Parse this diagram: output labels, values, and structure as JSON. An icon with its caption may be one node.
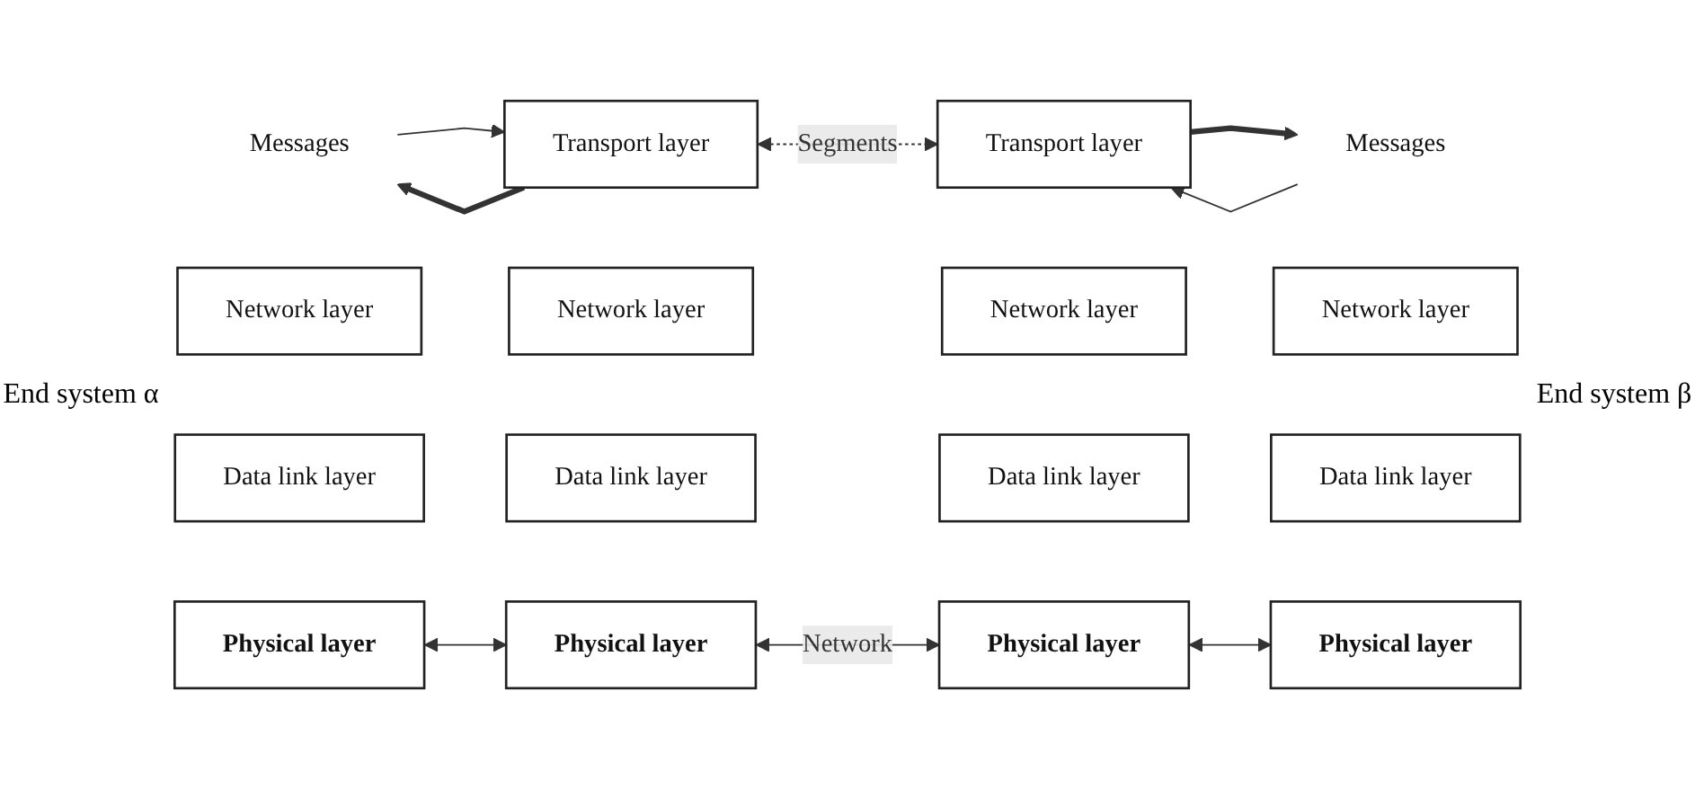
{
  "diagram": {
    "nodes": [
      {
        "text": [
          "Messages"
        ]
      },
      {
        "text": [
          "Transport layer"
        ]
      },
      {
        "text": [
          "Network layer"
        ]
      },
      {
        "text": [
          "Data link layer"
        ]
      },
      {
        "text": [
          "Physical layer"
        ]
      },
      {
        "text": [
          "Network layer"
        ]
      },
      {
        "text": [
          "Data link layer"
        ]
      },
      {
        "text": [
          "Physical layer"
        ]
      },
      {
        "text": [
          "Network layer"
        ]
      },
      {
        "text": [
          "Data link layer"
        ]
      },
      {
        "text": [
          "Physical layer"
        ]
      },
      {
        "text": [
          "Messages"
        ]
      },
      {
        "text": [
          "Transport layer"
        ]
      },
      {
        "text": [
          "Network layer"
        ]
      },
      {
        "text": [
          "Data link layer"
        ]
      },
      {
        "text": [
          "Physical layer"
        ]
      }
    ],
    "edges": [
      {
        "from": 1,
        "to": 0,
        "arrow": "to",
        "style": "thick"
      },
      {
        "from": 0,
        "to": 1,
        "arrow": "to"
      },
      {
        "from": 1,
        "to": 12,
        "arrow": "both",
        "style": "dashed",
        "label": "Segments"
      },
      {
        "from": 11,
        "to": 12,
        "arrow": "to"
      },
      {
        "from": 12,
        "to": 11,
        "arrow": "to",
        "style": "thick"
      },
      {
        "from": 4,
        "to": 7,
        "arrow": "both"
      },
      {
        "from": 7,
        "to": 10,
        "arrow": "both",
        "label": "Network"
      },
      {
        "from": 10,
        "to": 15,
        "arrow": "both"
      }
    ],
    "labels": [
      "End system α",
      "End system β"
    ]
  }
}
